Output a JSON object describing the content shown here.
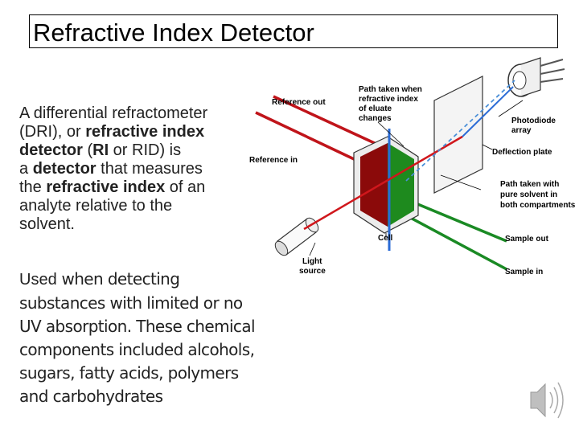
{
  "title": "Refractive Index Detector",
  "body": {
    "p1": "A differential refractometer",
    "p2a": "(DRI), or ",
    "p2b": "refractive index",
    "p3a": "detector",
    "p3b": " (",
    "p3c": "RI",
    "p3d": " or RID) is",
    "p4a": "a ",
    "p4b": "detector",
    "p4c": " that measures",
    "p5a": "the ",
    "p5b": "refractive index",
    "p5c": " of an",
    "p6": "analyte relative to the",
    "p7": "solvent.",
    "p8a": "Used",
    "p8b": " when detecting",
    "p9": "substances with limited or no",
    "p10": "UV absorption. These chemical",
    "p11": "components included alcohols,",
    "p12": "sugars, fatty acids, polymers",
    "p13": "and carbohydrates"
  },
  "diagram_labels": {
    "reference_out": "Reference out",
    "reference_in": "Reference in",
    "path_changed_1": "Path taken when",
    "path_changed_2": "refractive index",
    "path_changed_3": "of eluate",
    "path_changed_4": "changes",
    "photodiode_1": "Photodiode",
    "photodiode_2": "array",
    "deflection_plate": "Deflection plate",
    "path_pure_1": "Path taken with",
    "path_pure_2": "pure solvent in",
    "path_pure_3": "both compartments",
    "cell": "Cell",
    "sample_out": "Sample out",
    "light_source_1": "Light",
    "light_source_2": "source",
    "sample_in": "Sample in"
  },
  "colors": {
    "reference_tube": "#c0141a",
    "sample_tube": "#1a8a24",
    "cell_red": "#8b0a0a",
    "cell_green": "#1e8a1e",
    "beam_blue": "#2a6bd6",
    "dashed_beam": "#4a8fd8"
  },
  "icons": {
    "speaker": "speaker-icon"
  }
}
